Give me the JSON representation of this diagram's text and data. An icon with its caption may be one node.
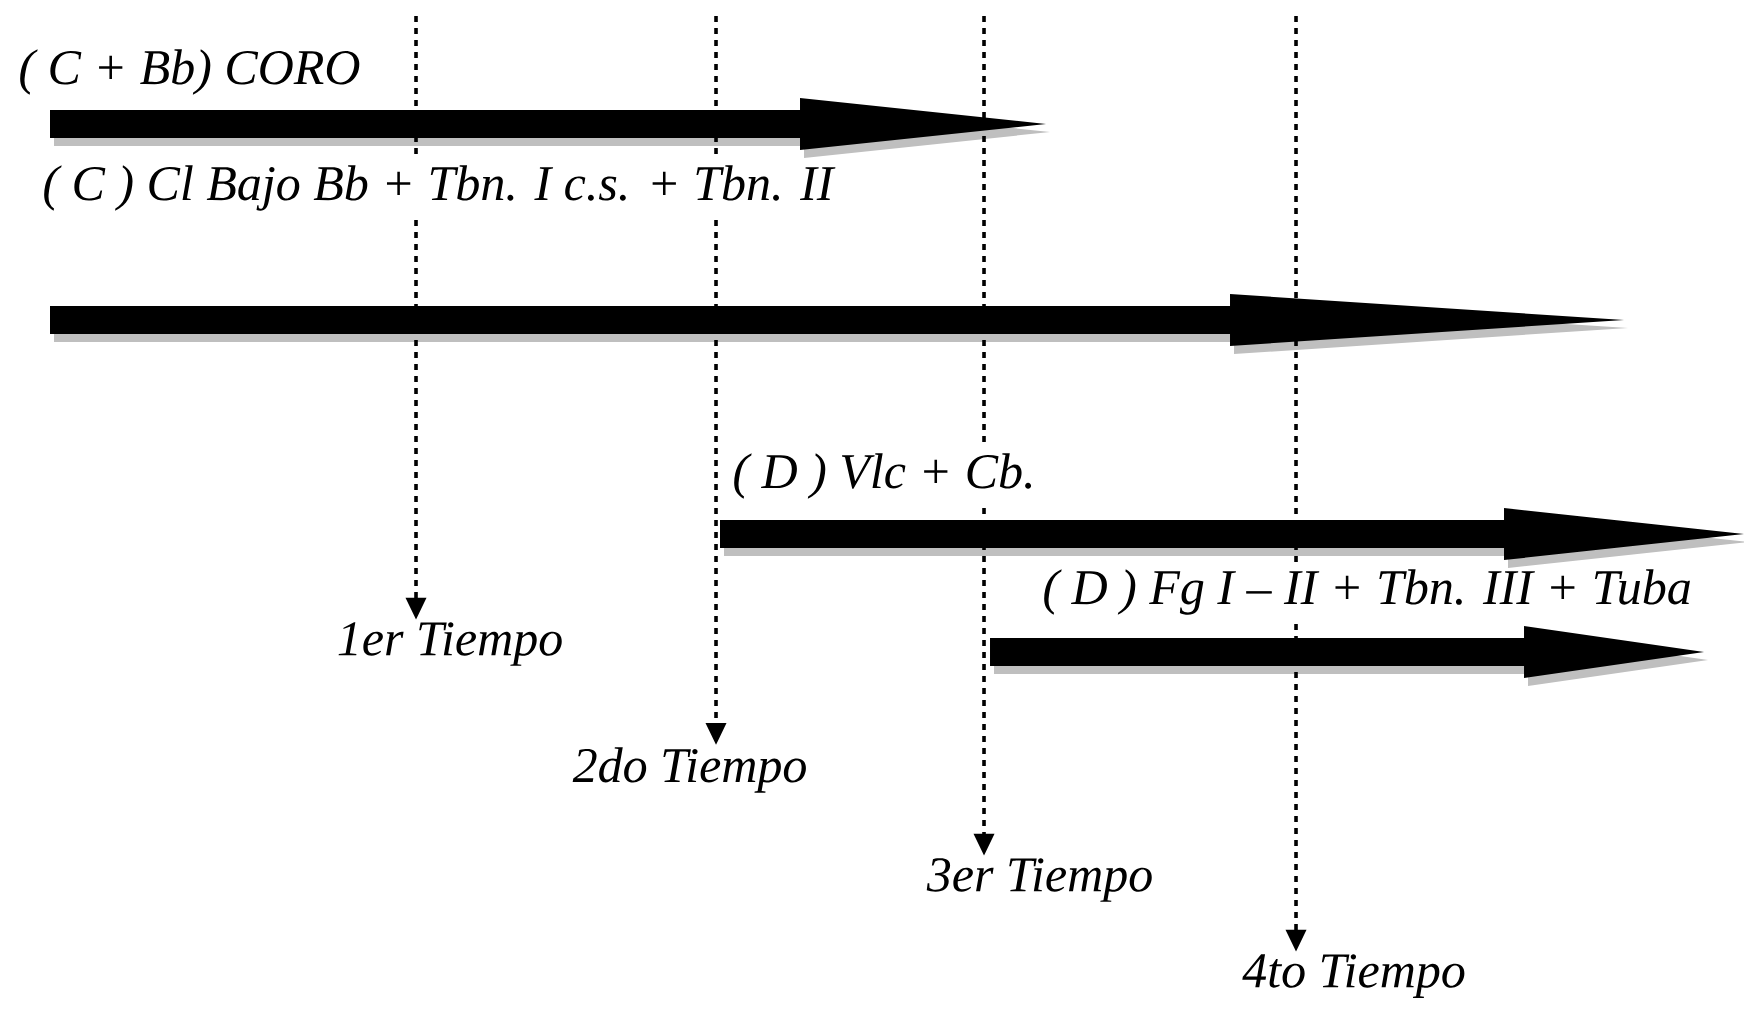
{
  "diagram": {
    "nodes": [
      {
        "text": [
          "( C + Bb) CORO"
        ]
      },
      {
        "text": [
          "( C ) Cl Bajo Bb + Tbn. I c.s. + Tbn. II"
        ]
      },
      {
        "text": [
          "( D ) Vlc + Cb."
        ]
      },
      {
        "text": [
          "( D ) Fg I – II + Tbn. III + Tuba"
        ]
      },
      {
        "text": [
          "1er Tiempo"
        ]
      },
      {
        "text": [
          "2do Tiempo"
        ]
      },
      {
        "text": [
          "3er Tiempo"
        ]
      },
      {
        "text": [
          "4to Tiempo"
        ]
      }
    ],
    "edges": [
      {
        "from": null,
        "to": 4,
        "arrow": "to",
        "style": "dashed"
      },
      {
        "from": null,
        "to": 5,
        "arrow": "to",
        "style": "dashed"
      },
      {
        "from": null,
        "to": 6,
        "arrow": "to",
        "style": "dashed"
      },
      {
        "from": null,
        "to": 7,
        "arrow": "to",
        "style": "dashed"
      }
    ]
  }
}
